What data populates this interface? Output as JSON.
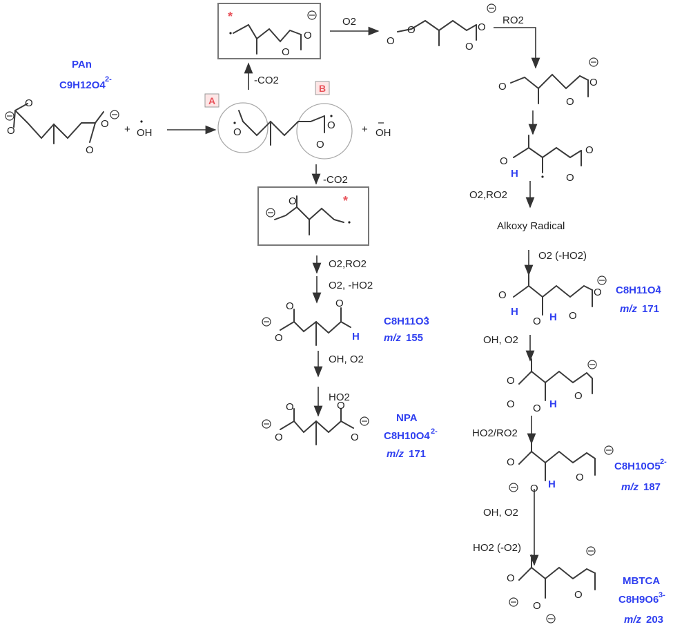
{
  "reactant": {
    "name": "PAn",
    "formula": "C9H12O4",
    "charge": "2-"
  },
  "oh_reagent": "OH",
  "oh_anion": "OH",
  "sites": {
    "a": "A",
    "b": "B"
  },
  "co2_a": "-CO2",
  "co2_b": "-CO2",
  "step_o2": "O2",
  "step_ro2": "RO2",
  "step_o2_ro2_right": "O2,RO2",
  "alkoxy_label": "Alkoxy Radical",
  "step_o2_minus_ho2": "O2 (-HO2)",
  "step_oh_o2_right": "OH, O2",
  "step_ho2_ro2": "HO2/RO2",
  "step_oh_o2_right2": "OH, O2",
  "step_ho2_minus_o2": "HO2 (-O2)",
  "mid": {
    "step1": "O2,RO2",
    "step2": "O2, -HO2",
    "step3": "OH, O2",
    "step4": "HO2"
  },
  "products": {
    "p155": {
      "formula": "C8H11O3",
      "charge": "-",
      "mz": "155"
    },
    "npa": {
      "name": "NPA",
      "formula": "C8H10O4",
      "charge": "2-",
      "mz": "171"
    },
    "p171": {
      "formula": "C8H11O4",
      "charge": "-",
      "mz": "171"
    },
    "p187": {
      "formula": "C8H10O5",
      "charge": "2-",
      "mz": "187"
    },
    "mbtca": {
      "name": "MBTCA",
      "formula": "C8H9O6",
      "charge": "3-",
      "mz": "203"
    }
  },
  "mz_label": "m/z",
  "atoms": {
    "O": "O",
    "H": "H"
  },
  "colors": {
    "accent_blue": "#2f3ff0",
    "accent_red": "#e8525a",
    "line": "#333333"
  }
}
